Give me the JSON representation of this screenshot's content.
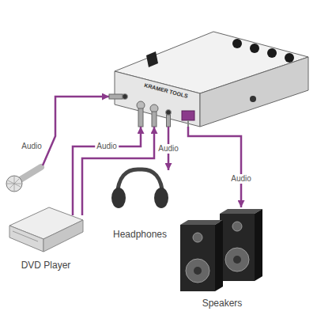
{
  "diagram": {
    "nodes": [
      {
        "text": [
          "KRAMER TOOLS"
        ]
      },
      {
        "text": [
          "DVD Player"
        ]
      },
      {
        "text": [
          "Headphones"
        ]
      },
      {
        "text": [
          "Speakers"
        ]
      }
    ],
    "edges": [
      {
        "from": 1,
        "to": 0,
        "arrow": "to",
        "label": "Audio"
      },
      {
        "from": 1,
        "to": 0,
        "arrow": "to"
      },
      {
        "from": 0,
        "to": 2,
        "arrow": "to",
        "label": "Audio"
      },
      {
        "from": 0,
        "to": 3,
        "arrow": "to",
        "label": "Audio"
      }
    ],
    "labels": [
      "Audio"
    ]
  }
}
